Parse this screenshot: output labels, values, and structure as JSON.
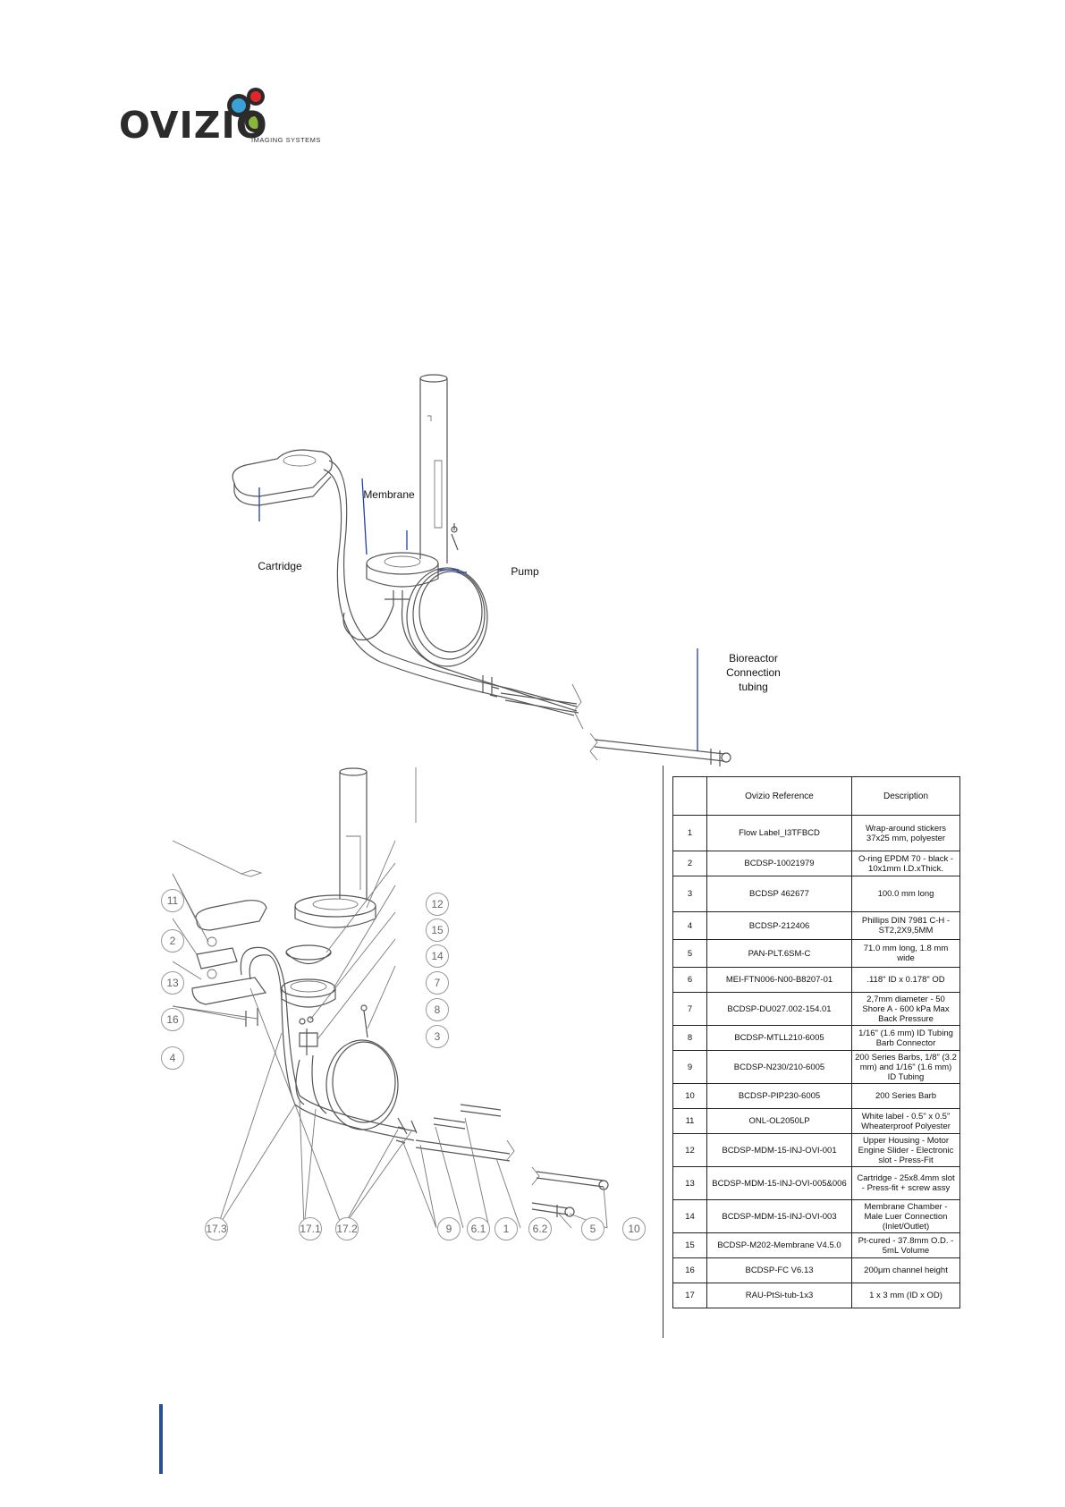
{
  "logo": {
    "wordmark": "OVIZIO",
    "tagline": "IMAGING SYSTEMS",
    "colors": {
      "blue": "#3aa0d8",
      "red": "#e0262b",
      "green": "#8ab63a"
    }
  },
  "assembly_callouts": {
    "cartridge": "Cartridge",
    "membrane": "Membrane",
    "pump": "Pump",
    "bioreactor": "Bioreactor Connection tubing"
  },
  "exploded_callouts": [
    "11",
    "2",
    "13",
    "16",
    "4",
    "12",
    "15",
    "14",
    "7",
    "8",
    "3",
    "17.3",
    "17.1",
    "17.2",
    "9",
    "6.1",
    "1",
    "6.2",
    "5",
    "10"
  ],
  "parts_table": {
    "headers": [
      "",
      "Ovizio Reference",
      "Description"
    ],
    "rows": [
      {
        "no": "1",
        "ref": "Flow Label_I3TFBCD",
        "desc": "Wrap-around stickers 37x25 mm, polyester"
      },
      {
        "no": "2",
        "ref": "BCDSP-10021979",
        "desc": "O-ring EPDM 70 - black - 10x1mm I.D.xThick."
      },
      {
        "no": "3",
        "ref": "BCDSP 462677",
        "desc": "100.0 mm long"
      },
      {
        "no": "4",
        "ref": "BCDSP-212406",
        "desc": "Phillips DIN 7981 C-H - ST2,2X9,5MM"
      },
      {
        "no": "5",
        "ref": "PAN-PLT.6SM-C",
        "desc": "71.0 mm long, 1.8 mm wide"
      },
      {
        "no": "6",
        "ref": "MEI-FTN006-N00-B8207-01",
        "desc": ".118\" ID x 0.178\" OD"
      },
      {
        "no": "7",
        "ref": "BCDSP-DU027.002-154.01",
        "desc": "2,7mm diameter - 50 Shore A - 600 kPa Max Back Pressure"
      },
      {
        "no": "8",
        "ref": "BCDSP-MTLL210-6005",
        "desc": "1/16\" (1.6 mm) ID Tubing Barb Connector"
      },
      {
        "no": "9",
        "ref": "BCDSP-N230/210-6005",
        "desc": "200 Series Barbs, 1/8\" (3.2 mm) and 1/16\" (1.6 mm) ID Tubing"
      },
      {
        "no": "10",
        "ref": "BCDSP-PIP230-6005",
        "desc": "200 Series Barb"
      },
      {
        "no": "11",
        "ref": "ONL-OL2050LP",
        "desc": "White label - 0.5\" x 0.5\" Wheaterproof Polyester"
      },
      {
        "no": "12",
        "ref": "BCDSP-MDM-15-INJ-OVI-001",
        "desc": "Upper Housing - Motor Engine Slider - Electronic slot - Press-Fit"
      },
      {
        "no": "13",
        "ref": "BCDSP-MDM-15-INJ-OVI-005&006",
        "desc": "Cartridge - 25x8.4mm slot - Press-fit + screw assy"
      },
      {
        "no": "14",
        "ref": "BCDSP-MDM-15-INJ-OVI-003",
        "desc": "Membrane Chamber - Male Luer Connection (Inlet/Outlet)"
      },
      {
        "no": "15",
        "ref": "BCDSP-M202-Membrane V4.5.0",
        "desc": "Pt-cured - 37.8mm O.D. - 5mL Volume"
      },
      {
        "no": "16",
        "ref": "BCDSP-FC V6.13",
        "desc": "200µm channel height"
      },
      {
        "no": "17",
        "ref": "RAU-PtSi-tub-1x3",
        "desc": "1 x 3 mm (ID x OD)"
      }
    ]
  }
}
